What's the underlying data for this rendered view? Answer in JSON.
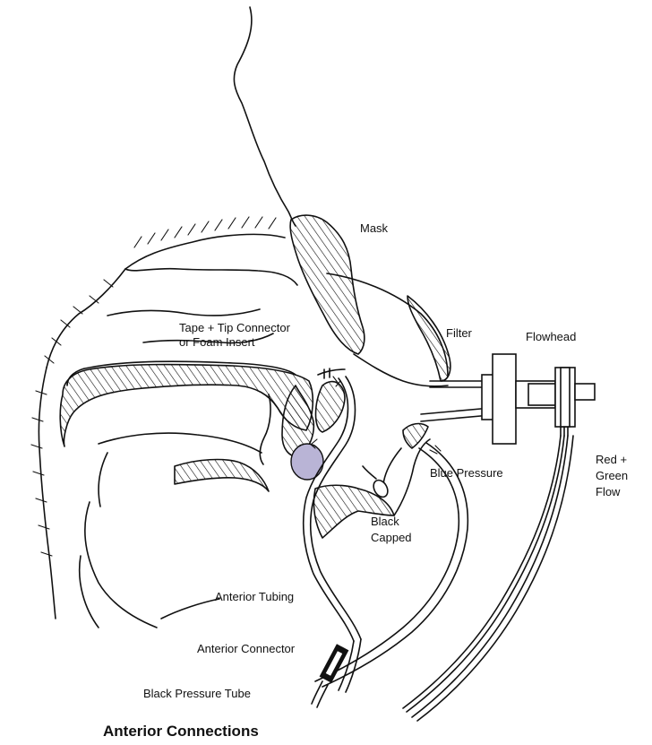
{
  "figure": {
    "title": "Anterior Connections",
    "labels": {
      "mask": "Mask",
      "tape_tip_line1": "Tape + Tip Connector",
      "tape_tip_line2": "or Foam Insert",
      "filter": "Filter",
      "flowhead": "Flowhead",
      "blue_pressure": "Blue Pressure",
      "red_green_line1": "Red +",
      "red_green_line2": "Green",
      "red_green_line3": "Flow",
      "black_capped_line1": "Black",
      "black_capped_line2": "Capped",
      "anterior_tubing": "Anterior Tubing",
      "anterior_connector": "Anterior Connector",
      "black_pressure_tube": "Black Pressure Tube"
    }
  },
  "colors": {
    "ink": "#111111",
    "background": "#ffffff",
    "pharynx_tint": "#b9b4d6"
  }
}
